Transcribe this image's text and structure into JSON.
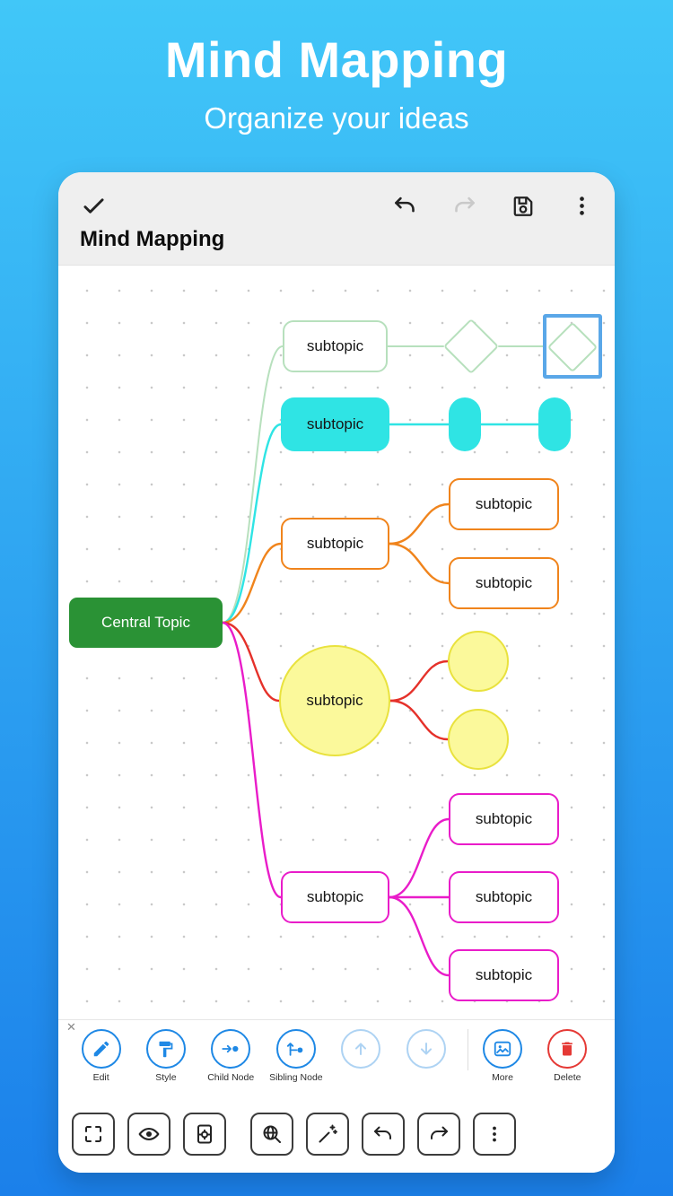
{
  "hero": {
    "title": "Mind Mapping",
    "subtitle": "Organize your ideas"
  },
  "app": {
    "title": "Mind Mapping",
    "map": {
      "central": "Central Topic",
      "green_sub": "subtopic",
      "cyan_sub": "subtopic",
      "orange_sub": "subtopic",
      "orange_child_1": "subtopic",
      "orange_child_2": "subtopic",
      "yellow_sub": "subtopic",
      "pink_sub": "subtopic",
      "pink_child_1": "subtopic",
      "pink_child_2": "subtopic",
      "pink_child_3": "subtopic"
    },
    "actions": {
      "edit": "Edit",
      "style": "Style",
      "child_node": "Child Node",
      "sibling_node": "Sibling Node",
      "move_up": "",
      "move_down": "",
      "more": "More",
      "delete": "Delete"
    }
  },
  "icons": {
    "close_glyph": "✕",
    "top_toolbar": [
      "check",
      "undo",
      "redo",
      "save",
      "kebab-menu"
    ],
    "action_bar": [
      "pencil",
      "paint-roller",
      "child-node",
      "sibling-node",
      "arrow-up",
      "arrow-down",
      "image",
      "trash"
    ],
    "bottom_bar": [
      "fullscreen",
      "eye",
      "document-gear",
      "globe-search",
      "magic-wand",
      "undo",
      "redo",
      "kebab-menu"
    ]
  },
  "colors": {
    "bg_top": "#41c7f8",
    "bg_bottom": "#1b80ea",
    "accent_blue": "#1e88e5",
    "disabled_blue": "#aed3f3",
    "central_green": "#2a9235",
    "green_branch": "#b7e0bd",
    "cyan": "#2fe4e4",
    "orange": "#f0841c",
    "red": "#e5312a",
    "yellow_fill": "#fbf99b",
    "yellow_border": "#e9e23e",
    "pink": "#e91cc9",
    "selection_blue": "#5aa7e8",
    "delete_red": "#e53935"
  }
}
